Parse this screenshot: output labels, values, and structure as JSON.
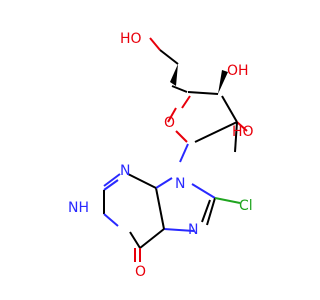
{
  "molecule": {
    "atoms": {
      "ho_top": "HO",
      "oh_right": "OH",
      "ring_o": "O",
      "oh_c2": "HO",
      "n3": "N",
      "n9": "N",
      "n7": "N",
      "nh1": "NH",
      "cl": "Cl",
      "o6": "O"
    },
    "colors": {
      "carbon": "#000000",
      "oxygen": "#e8000b",
      "nitrogen": "#2929ff",
      "chlorine": "#1fa41f"
    }
  }
}
